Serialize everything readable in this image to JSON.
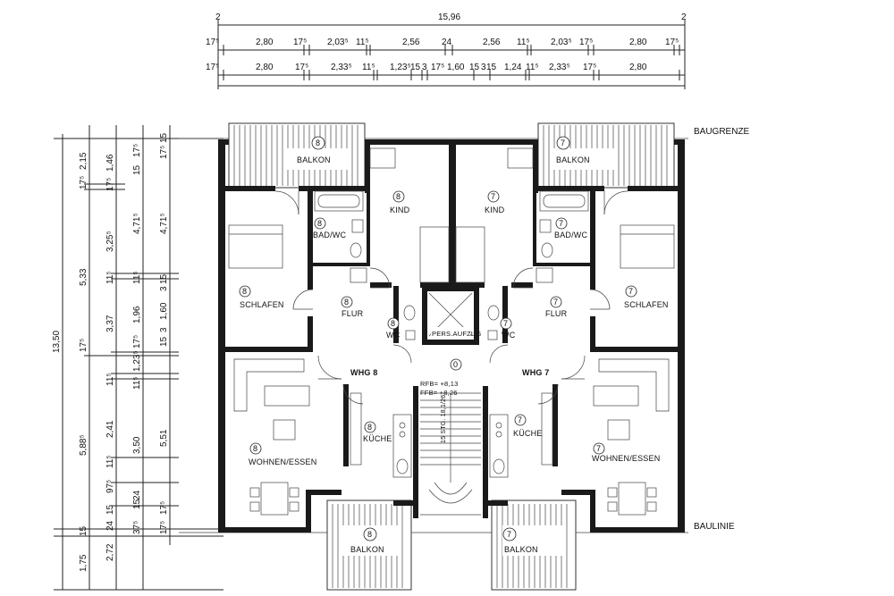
{
  "dimensions": {
    "overall_width": "15,96",
    "row1": [
      "17⁵",
      "2,80",
      "17⁵",
      "2,03⁵",
      "11⁵",
      "2,56",
      "24",
      "2,56",
      "11⁵",
      "2,03⁵",
      "17⁵",
      "2,80",
      "17⁵"
    ],
    "row2": [
      "17⁵",
      "2,80",
      "17⁵",
      "2,33⁵",
      "11⁵",
      "1,23⁵",
      "15",
      "3",
      "17⁵",
      "1,60",
      "15",
      "3",
      "15",
      "1,24",
      "11⁵",
      "2,33⁵",
      "17⁵",
      "2,80"
    ],
    "overall_height": "13,50",
    "left_col1": [
      "2,15",
      "17⁵",
      "5,33",
      "17⁵",
      "5,88⁵",
      "15",
      "1,75"
    ],
    "left_col2": [
      "1,46",
      "17⁵",
      "3,25⁵",
      "11⁵",
      "3,37",
      "11⁵",
      "2,41",
      "11⁵",
      "97⁵",
      "15",
      "24",
      "2,72"
    ],
    "left_col3": [
      "17⁵",
      "15",
      "4,71⁵",
      "11⁵",
      "1,96",
      "17⁵",
      "1,23⁵",
      "11⁵",
      "3,50",
      "15",
      "24",
      "37⁵"
    ],
    "left_col4": [
      "15",
      "17⁵",
      "4,71⁵",
      "15",
      "3",
      "1,60",
      "3",
      "15",
      "5,51",
      "17⁵",
      "17⁵"
    ]
  },
  "labels": {
    "baugrenze": "BAUGRENZE",
    "baulinie": "BAULINIE",
    "balkon": "BALKON",
    "kind": "KIND",
    "bad_wc": "BAD/WC",
    "schlafen": "SCHLAFEN",
    "flur": "FLUR",
    "wc": "WC",
    "whg8": "WHG 8",
    "whg7": "WHG 7",
    "kueche": "KÜCHE",
    "wohnen_essen": "WOHNEN/ESSEN",
    "aufzug": "PERS.AUFZUG",
    "stair_center": "0",
    "rfb": "RFB= +8,13",
    "ffb": "FFB= +8,26",
    "stair_steps": "15 STG. 18,1/26",
    "unit8": "8",
    "unit7": "7"
  }
}
